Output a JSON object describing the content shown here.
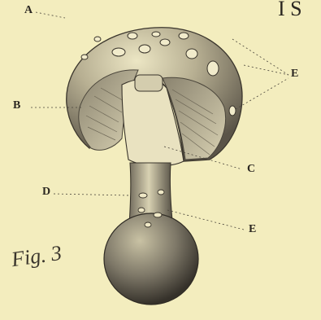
{
  "plate": {
    "header_text": "I S",
    "labels": {
      "a": "A",
      "b": "B",
      "c": "C",
      "d": "D",
      "e_top": "E",
      "e_bottom": "E"
    },
    "figure_caption": "Fig. 3",
    "colors": {
      "paper": "#f3edbe",
      "ink": "#2b2721",
      "shade": "#6d675a"
    }
  }
}
